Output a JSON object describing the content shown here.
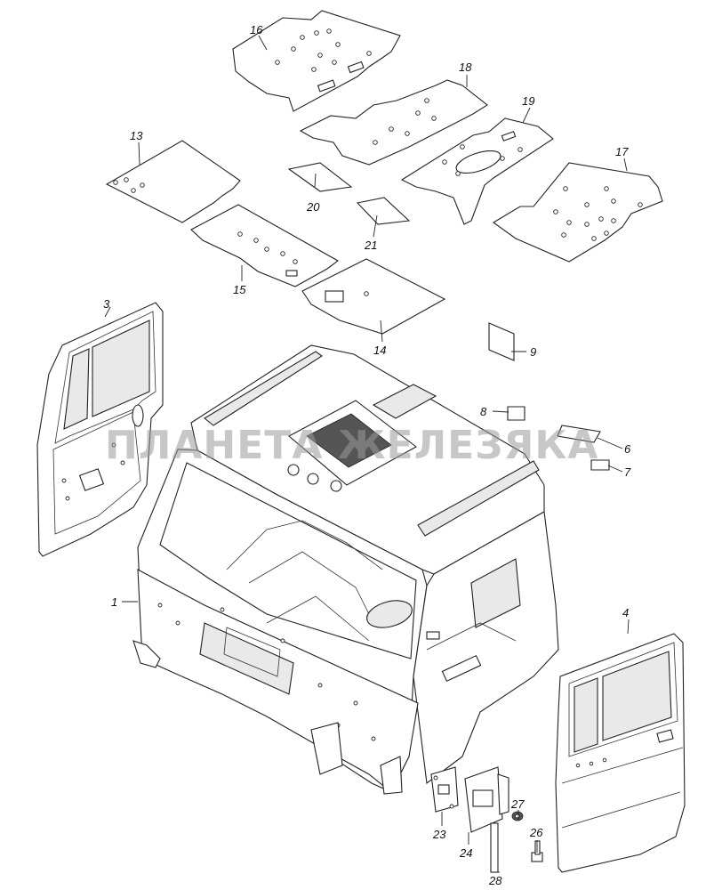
{
  "watermark": "ПЛАНЕТА ЖЕЛЕЗЯКА",
  "callouts": [
    "1",
    "3",
    "4",
    "6",
    "7",
    "8",
    "9",
    "13",
    "14",
    "15",
    "16",
    "17",
    "18",
    "19",
    "20",
    "21",
    "23",
    "24",
    "26",
    "27",
    "28"
  ]
}
